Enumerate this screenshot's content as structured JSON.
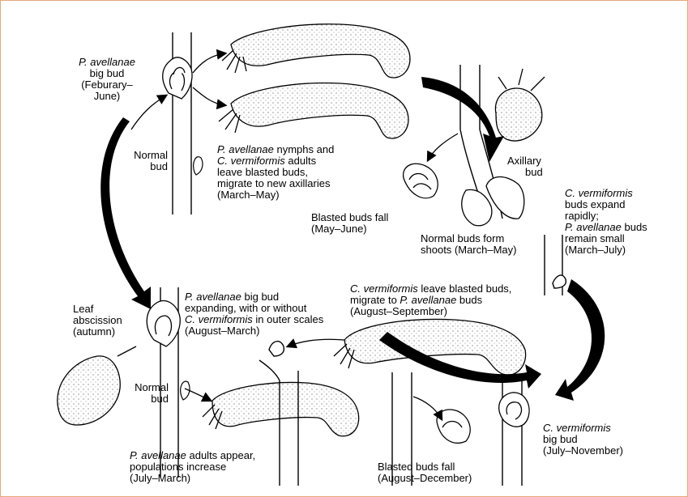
{
  "labels": {
    "pa_big_bud": {
      "species": "P. avellanae",
      "l1": "big bud",
      "l2": "(Feburary–",
      "l3": "June)"
    },
    "normal_bud_top": {
      "l1": "Normal",
      "l2": "bud"
    },
    "nymphs": {
      "sp1": "P. avellanae",
      "t1": " nymphs and",
      "sp2": "C. vermiformis",
      "t2": " adults",
      "l3": "leave blasted buds,",
      "l4": "migrate to new axillaries",
      "l5": "(March–May)"
    },
    "axillary": {
      "l1": "Axillary",
      "l2": "bud"
    },
    "blasted_top": {
      "l1": "Blasted buds fall",
      "l2": "(May–June)"
    },
    "normal_shoots": {
      "l1": "Normal buds form",
      "l2": "shoots (March–May)"
    },
    "cv_expand": {
      "species": "C. vermiformis",
      "l1": "buds expand",
      "l2": "rapidly;",
      "sp2": "P. avellanae",
      "l3": " buds",
      "l4": "remain small",
      "l5": "(March–July)"
    },
    "leaf": {
      "l1": "Leaf",
      "l2": "abscission",
      "l3": "(autumn)"
    },
    "pa_expanding": {
      "species": "P. avellanae",
      "l1": " big bud",
      "l2": "expanding, with or without",
      "sp2": "C. vermiformis",
      "l3": " in outer scales",
      "l4": "(August–March)"
    },
    "cv_leave": {
      "species": "C. vermiformis",
      "l1": " leave blasted buds,",
      "l2": "migrate to ",
      "sp2": "P. avellanae",
      "l2b": " buds",
      "l3": "(August–September)"
    },
    "normal_bud_bottom": {
      "l1": "Normal",
      "l2": "bud"
    },
    "cv_big_bud": {
      "species": "C. vermiformis",
      "l1": "big bud",
      "l2": "(July–November)"
    },
    "pa_adults": {
      "species": "P. avellanae",
      "l1": " adults appear,",
      "l2": "populations increase",
      "l3": "(July–March)"
    },
    "blasted_bottom": {
      "l1": "Blasted buds fall",
      "l2": "(August–December)"
    }
  }
}
